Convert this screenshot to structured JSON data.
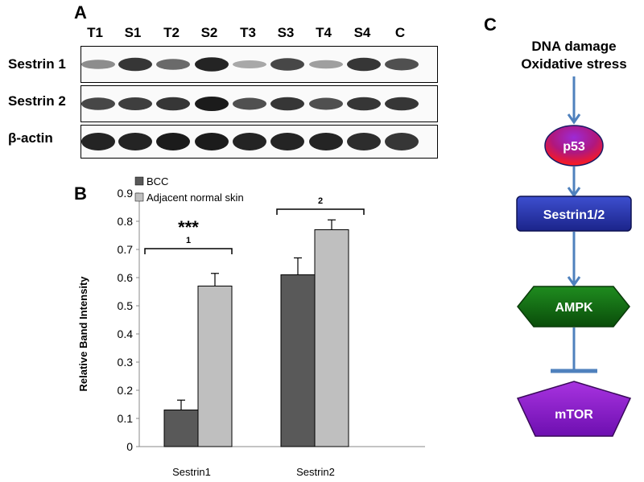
{
  "panel_a": {
    "letter": "A",
    "lanes": [
      "T1",
      "S1",
      "T2",
      "S2",
      "T3",
      "S3",
      "T4",
      "S4",
      "C"
    ],
    "rows": [
      {
        "label": "Sestrin 1",
        "intensities": [
          0.35,
          0.85,
          0.55,
          0.95,
          0.2,
          0.75,
          0.25,
          0.85,
          0.7
        ]
      },
      {
        "label": "Sestrin 2",
        "intensities": [
          0.75,
          0.8,
          0.85,
          1.0,
          0.7,
          0.85,
          0.7,
          0.85,
          0.85
        ]
      },
      {
        "label": "β-actin",
        "intensities": [
          0.95,
          0.95,
          1.0,
          1.0,
          0.95,
          0.95,
          0.95,
          0.9,
          0.85
        ]
      }
    ]
  },
  "panel_b": {
    "letter": "B",
    "chart_data": {
      "type": "bar",
      "categories": [
        "Sestrin1",
        "Sestrin2"
      ],
      "series": [
        {
          "name": "BCC",
          "values": [
            0.13,
            0.61
          ],
          "errors": [
            0.035,
            0.06
          ]
        },
        {
          "name": "Adjacent normal skin",
          "values": [
            0.57,
            0.77
          ],
          "errors": [
            0.045,
            0.035
          ]
        }
      ],
      "ylabel": "Relative Band Intensity",
      "ylim": [
        0,
        0.9
      ],
      "yticks": [
        "0",
        "0.1",
        "0.2",
        "0.3",
        "0.4",
        "0.5",
        "0.6",
        "0.7",
        "0.8",
        "0.9"
      ],
      "legend_position": "top-left",
      "annotations": {
        "sestrin1_bracket_label": "1",
        "sestrin1_significance": "***",
        "sestrin2_bracket_label": "2"
      },
      "colors": {
        "bcc": "#595959",
        "normal": "#bfbfbf"
      }
    }
  },
  "panel_c": {
    "letter": "C",
    "stimulus_line1": "DNA damage",
    "stimulus_line2": "Oxidative stress",
    "nodes": {
      "p53": "p53",
      "sestrin": "Sestrin1/2",
      "ampk": "AMPK",
      "mtor": "mTOR"
    },
    "colors": {
      "arrow": "#4f81bd"
    }
  }
}
